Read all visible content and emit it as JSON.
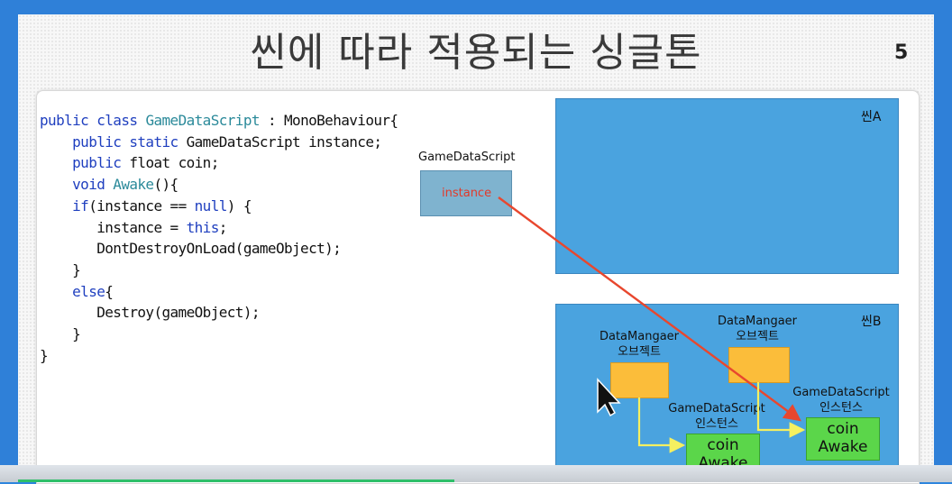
{
  "slide": {
    "title": "씬에 따라 적용되는 싱글톤",
    "page_number": "5"
  },
  "code": {
    "lines": [
      [
        [
          "public class ",
          "kw"
        ],
        [
          "GameDataScript",
          "ty"
        ],
        [
          " : MonoBehaviour{",
          ""
        ]
      ],
      [
        [
          "    public static ",
          "kw"
        ],
        [
          "GameDataScript instance;",
          ""
        ]
      ],
      [
        [
          "    public ",
          "kw"
        ],
        [
          "float coin;",
          ""
        ]
      ],
      [
        [
          "    void ",
          "kw"
        ],
        [
          "Awake",
          "ty"
        ],
        [
          "(){",
          ""
        ]
      ],
      [
        [
          "    if",
          "kw"
        ],
        [
          "(instance == ",
          ""
        ],
        [
          "null",
          "kw"
        ],
        [
          ") {",
          ""
        ]
      ],
      [
        [
          "       instance = ",
          ""
        ],
        [
          "this",
          "kw"
        ],
        [
          ";",
          ""
        ]
      ],
      [
        [
          "       DontDestroyOnLoad(gameObject);",
          ""
        ]
      ],
      [
        [
          "    }",
          ""
        ]
      ],
      [
        [
          "    else",
          "kw"
        ],
        [
          "{",
          ""
        ]
      ],
      [
        [
          "       Destroy(gameObject);",
          ""
        ]
      ],
      [
        [
          "    }",
          ""
        ]
      ],
      [
        [
          "}",
          ""
        ]
      ]
    ]
  },
  "diagram": {
    "game_data_script_label": "GameDataScript",
    "instance_label": "instance",
    "scene_a_label": "씬A",
    "scene_b_label": "씬B",
    "data_manager_1_line1": "DataMangaer",
    "data_manager_1_line2": "오브젝트",
    "data_manager_2_line1": "DataMangaer",
    "data_manager_2_line2": "오브젝트",
    "gds_instance_1_line1": "GameDataScript",
    "gds_instance_1_line2": "인스턴스",
    "gds_instance_2_line1": "GameDataScript",
    "gds_instance_2_line2": "인스턴스",
    "coin_box_1_line1": "coin",
    "coin_box_1_line2": "Awake",
    "coin_box_2_line1": "coin",
    "coin_box_2_line2": "Awake"
  },
  "colors": {
    "scene_fill": "#4aa3df",
    "object_fill": "#fbbd3a",
    "instance_fill": "#5bd64a",
    "reference_arrow": "#e8472e",
    "connector": "#f5f060"
  }
}
